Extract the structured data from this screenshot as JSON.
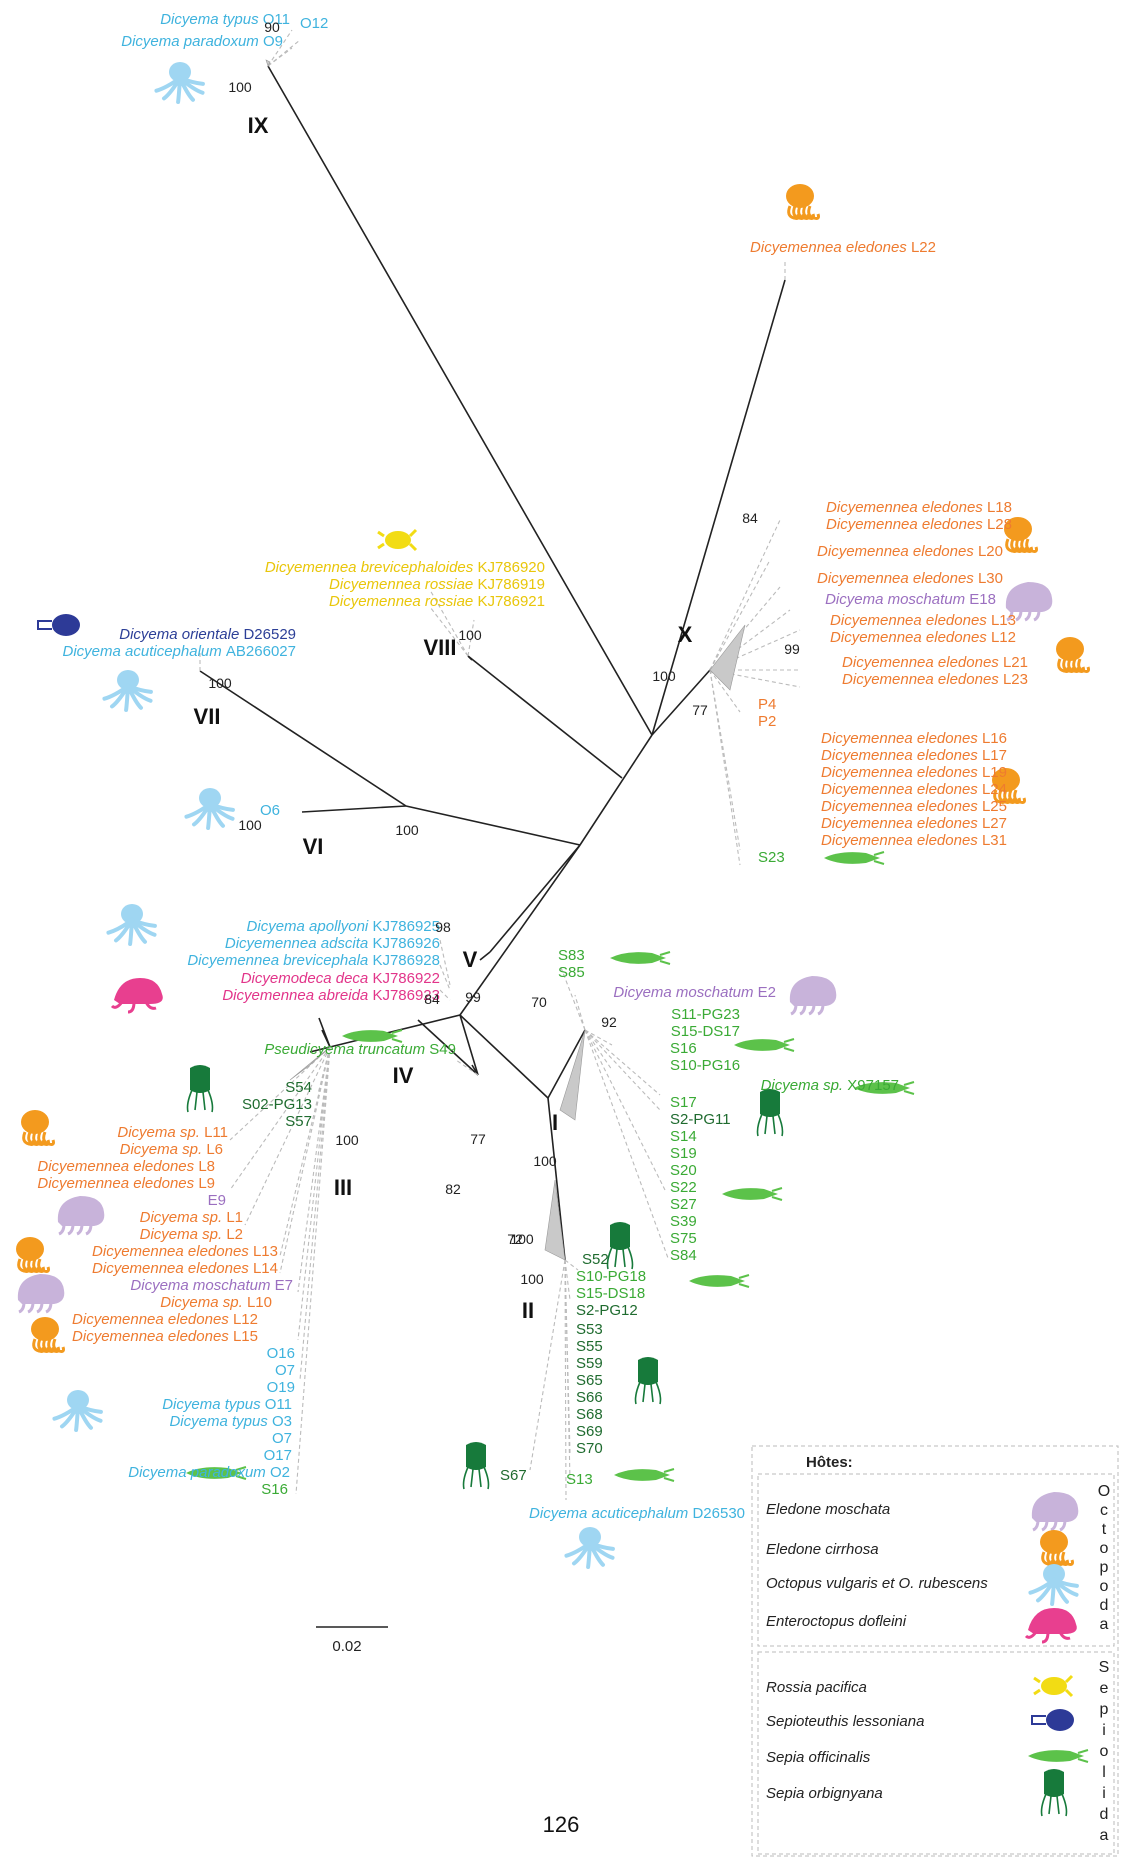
{
  "colors": {
    "octopus": "#3fb3de",
    "eledone": "#ee7b30",
    "moschata": "#9b6fc0",
    "yellow": "#e9c60a",
    "pink": "#e2358a",
    "orientale": "#2c3f97",
    "sepia": "#3aaa35",
    "darkgreen": "#1f6b2f",
    "silh_octopus": "#9fd6f2",
    "silh_eledone": "#f39a1e",
    "silh_moschata": "#c8b3da",
    "silh_yellow": "#f2dc14",
    "silh_orientale": "#2d3a97",
    "silh_pink": "#e83f8f",
    "silh_sepia": "#5cc24a",
    "silh_orb": "#177a3b",
    "branch": "#222222"
  },
  "scale_bar": {
    "label": "0.02"
  },
  "page_number": "126",
  "clades": [
    "I",
    "II",
    "III",
    "IV",
    "V",
    "VI",
    "VII",
    "VIII",
    "IX",
    "X"
  ],
  "support": [
    "90",
    "100",
    "84",
    "99",
    "100",
    "77",
    "100",
    "100",
    "100",
    "100",
    "98",
    "84",
    "99",
    "70",
    "92",
    "100",
    "77",
    "100",
    "82",
    "100",
    "100",
    "72"
  ],
  "legend": {
    "title": "Hôtes:",
    "octopoda_word": "Octopoda",
    "sepiolida_word": "Sepiolida",
    "octopoda": [
      {
        "name": "Eledone moschata",
        "icon": "eledone-moschata-icon"
      },
      {
        "name": "Eledone cirrhosa",
        "icon": "eledone-cirrhosa-icon"
      },
      {
        "name": "Octopus vulgaris et O. rubescens",
        "icon": "octopus-icon"
      },
      {
        "name": "Enteroctopus dofleini",
        "icon": "enteroctopus-icon"
      }
    ],
    "sepiolida": [
      {
        "name": "Rossia pacifica",
        "icon": "rossia-icon"
      },
      {
        "name": "Sepioteuthis lessoniana",
        "icon": "sepioteuthis-icon"
      },
      {
        "name": "Sepia officinalis",
        "icon": "sepia-officinalis-icon"
      },
      {
        "name": "Sepia orbignyana",
        "icon": "sepia-orbignyana-icon"
      }
    ]
  },
  "labels": [
    {
      "sp": "Dicyema typus",
      "code": "O11",
      "c": "octopus"
    },
    {
      "sp": "Dicyema paradoxum",
      "code": "O9",
      "c": "octopus"
    },
    {
      "sp": "",
      "code": "O12",
      "c": "octopus"
    },
    {
      "sp": "Dicyemennea eledones",
      "code": "L22",
      "c": "eledone"
    },
    {
      "sp": "Dicyemennea eledones",
      "code": "L18",
      "c": "eledone"
    },
    {
      "sp": "Dicyemennea eledones",
      "code": "L28",
      "c": "eledone"
    },
    {
      "sp": "Dicyemennea eledones",
      "code": "L20",
      "c": "eledone"
    },
    {
      "sp": "Dicyemennea eledones",
      "code": "L30",
      "c": "eledone"
    },
    {
      "sp": "Dicyema moschatum",
      "code": "E18",
      "c": "moschata"
    },
    {
      "sp": "Dicyemennea eledones",
      "code": "L13",
      "c": "eledone"
    },
    {
      "sp": "Dicyemennea eledones",
      "code": "L12",
      "c": "eledone"
    },
    {
      "sp": "Dicyemennea eledones",
      "code": "L21",
      "c": "eledone"
    },
    {
      "sp": "Dicyemennea eledones",
      "code": "L23",
      "c": "eledone"
    },
    {
      "sp": "",
      "code": "P4",
      "c": "eledone"
    },
    {
      "sp": "",
      "code": "P2",
      "c": "eledone"
    },
    {
      "sp": "Dicyemennea eledones",
      "code": "L16",
      "c": "eledone"
    },
    {
      "sp": "Dicyemennea eledones",
      "code": "L17",
      "c": "eledone"
    },
    {
      "sp": "Dicyemennea eledones",
      "code": "L19",
      "c": "eledone"
    },
    {
      "sp": "Dicyemennea eledones",
      "code": "L24",
      "c": "eledone"
    },
    {
      "sp": "Dicyemennea eledones",
      "code": "L25",
      "c": "eledone"
    },
    {
      "sp": "Dicyemennea eledones",
      "code": "L27",
      "c": "eledone"
    },
    {
      "sp": "Dicyemennea eledones",
      "code": "L31",
      "c": "eledone"
    },
    {
      "sp": "",
      "code": "S23",
      "c": "sepia"
    },
    {
      "sp": "Dicyemennea brevicephaloides",
      "code": "KJ786920",
      "c": "yellow"
    },
    {
      "sp": "Dicyemennea rossiae",
      "code": "KJ786919",
      "c": "yellow"
    },
    {
      "sp": "Dicyemennea rossiae",
      "code": "KJ786921",
      "c": "yellow"
    },
    {
      "sp": "Dicyema orientale",
      "code": "D26529",
      "c": "orientale"
    },
    {
      "sp": "Dicyema acuticephalum",
      "code": "AB266027",
      "c": "octopus"
    },
    {
      "sp": "",
      "code": "O6",
      "c": "octopus"
    },
    {
      "sp": "Dicyema apollyoni",
      "code": "KJ786925",
      "c": "octopus"
    },
    {
      "sp": "Dicyemennea adscita",
      "code": "KJ786926",
      "c": "octopus"
    },
    {
      "sp": "Dicyemennea brevicephala",
      "code": "KJ786928",
      "c": "octopus"
    },
    {
      "sp": "Dicyemodeca deca",
      "code": "KJ786922",
      "c": "pink"
    },
    {
      "sp": "Dicyemennea abreida",
      "code": "KJ786923",
      "c": "pink"
    },
    {
      "sp": "",
      "code": "S83",
      "c": "sepia"
    },
    {
      "sp": "",
      "code": "S85",
      "c": "sepia"
    },
    {
      "sp": "Dicyema moschatum",
      "code": "E2",
      "c": "moschata"
    },
    {
      "sp": "",
      "code": "S11-PG23",
      "c": "sepia"
    },
    {
      "sp": "",
      "code": "S15-DS17",
      "c": "sepia"
    },
    {
      "sp": "",
      "code": "S16",
      "c": "sepia"
    },
    {
      "sp": "",
      "code": "S10-PG16",
      "c": "sepia"
    },
    {
      "sp": "Dicyema sp.",
      "code": "X97157",
      "c": "sepia"
    },
    {
      "sp": "",
      "code": "S17",
      "c": "sepia"
    },
    {
      "sp": "",
      "code": "S2-PG11",
      "c": "darkgreen"
    },
    {
      "sp": "",
      "code": "S14",
      "c": "sepia"
    },
    {
      "sp": "",
      "code": "S19",
      "c": "sepia"
    },
    {
      "sp": "",
      "code": "S20",
      "c": "sepia"
    },
    {
      "sp": "",
      "code": "S22",
      "c": "sepia"
    },
    {
      "sp": "",
      "code": "S27",
      "c": "sepia"
    },
    {
      "sp": "",
      "code": "S39",
      "c": "sepia"
    },
    {
      "sp": "",
      "code": "S75",
      "c": "sepia"
    },
    {
      "sp": "",
      "code": "S84",
      "c": "sepia"
    },
    {
      "sp": "Pseudicyema truncatum",
      "code": "S49",
      "c": "sepia"
    },
    {
      "sp": "",
      "code": "S54",
      "c": "darkgreen"
    },
    {
      "sp": "",
      "code": "S02-PG13",
      "c": "darkgreen"
    },
    {
      "sp": "",
      "code": "S57",
      "c": "darkgreen"
    },
    {
      "sp": "Dicyema sp.",
      "code": "L11",
      "c": "eledone"
    },
    {
      "sp": "Dicyema sp.",
      "code": "L6",
      "c": "eledone"
    },
    {
      "sp": "Dicyemennea eledones",
      "code": "L8",
      "c": "eledone"
    },
    {
      "sp": "Dicyemennea eledones",
      "code": "L9",
      "c": "eledone"
    },
    {
      "sp": "",
      "code": "E9",
      "c": "moschata"
    },
    {
      "sp": "Dicyema sp.",
      "code": "L1",
      "c": "eledone"
    },
    {
      "sp": "Dicyema sp.",
      "code": "L2",
      "c": "eledone"
    },
    {
      "sp": "Dicyemennea eledones",
      "code": "L13",
      "c": "eledone"
    },
    {
      "sp": "Dicyemennea eledones",
      "code": "L14",
      "c": "eledone"
    },
    {
      "sp": "Dicyema moschatum",
      "code": "E7",
      "c": "moschata"
    },
    {
      "sp": "Dicyema sp.",
      "code": "L10",
      "c": "eledone"
    },
    {
      "sp": "Dicyemennea eledones",
      "code": "L12",
      "c": "eledone"
    },
    {
      "sp": "Dicyemennea eledones",
      "code": "L15",
      "c": "eledone"
    },
    {
      "sp": "",
      "code": "O16",
      "c": "octopus"
    },
    {
      "sp": "",
      "code": "O7",
      "c": "octopus"
    },
    {
      "sp": "",
      "code": "O19",
      "c": "octopus"
    },
    {
      "sp": "Dicyema typus",
      "code": "O11",
      "c": "octopus"
    },
    {
      "sp": "Dicyema typus",
      "code": "O3",
      "c": "octopus"
    },
    {
      "sp": "",
      "code": "O7",
      "c": "octopus"
    },
    {
      "sp": "",
      "code": "O17",
      "c": "octopus"
    },
    {
      "sp": "Dicyema paradoxum",
      "code": "O2",
      "c": "octopus"
    },
    {
      "sp": "",
      "code": "S16",
      "c": "sepia"
    },
    {
      "sp": "",
      "code": "S52",
      "c": "darkgreen"
    },
    {
      "sp": "",
      "code": "S10-PG18",
      "c": "sepia"
    },
    {
      "sp": "",
      "code": "S15-DS18",
      "c": "sepia"
    },
    {
      "sp": "",
      "code": "S2-PG12",
      "c": "darkgreen"
    },
    {
      "sp": "",
      "code": "S53",
      "c": "darkgreen"
    },
    {
      "sp": "",
      "code": "S55",
      "c": "darkgreen"
    },
    {
      "sp": "",
      "code": "S59",
      "c": "darkgreen"
    },
    {
      "sp": "",
      "code": "S65",
      "c": "darkgreen"
    },
    {
      "sp": "",
      "code": "S66",
      "c": "darkgreen"
    },
    {
      "sp": "",
      "code": "S68",
      "c": "darkgreen"
    },
    {
      "sp": "",
      "code": "S69",
      "c": "darkgreen"
    },
    {
      "sp": "",
      "code": "S70",
      "c": "darkgreen"
    },
    {
      "sp": "",
      "code": "S67",
      "c": "darkgreen"
    },
    {
      "sp": "",
      "code": "S13",
      "c": "sepia"
    },
    {
      "sp": "Dicyema acuticephalum",
      "code": "D26530",
      "c": "octopus"
    }
  ]
}
